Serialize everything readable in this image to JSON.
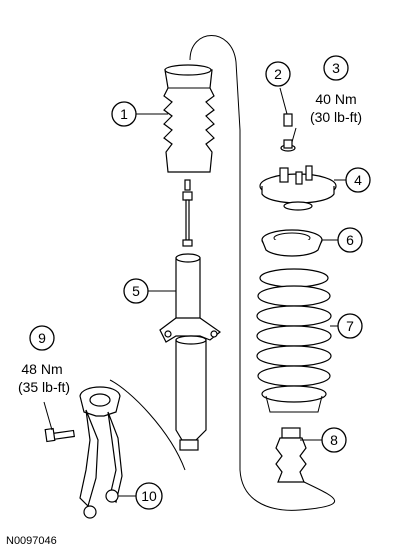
{
  "figure_id": "N0097046",
  "callouts": {
    "c1": "1",
    "c2": "2",
    "c3": "3",
    "c4": "4",
    "c5": "5",
    "c6": "6",
    "c7": "7",
    "c8": "8",
    "c9": "9",
    "c10": "10"
  },
  "torque_specs": {
    "top_mount_nm": "40 Nm",
    "top_mount_lbft": "(30 lb-ft)",
    "lower_nm": "48 Nm",
    "lower_lbft": "(35 lb-ft)"
  }
}
